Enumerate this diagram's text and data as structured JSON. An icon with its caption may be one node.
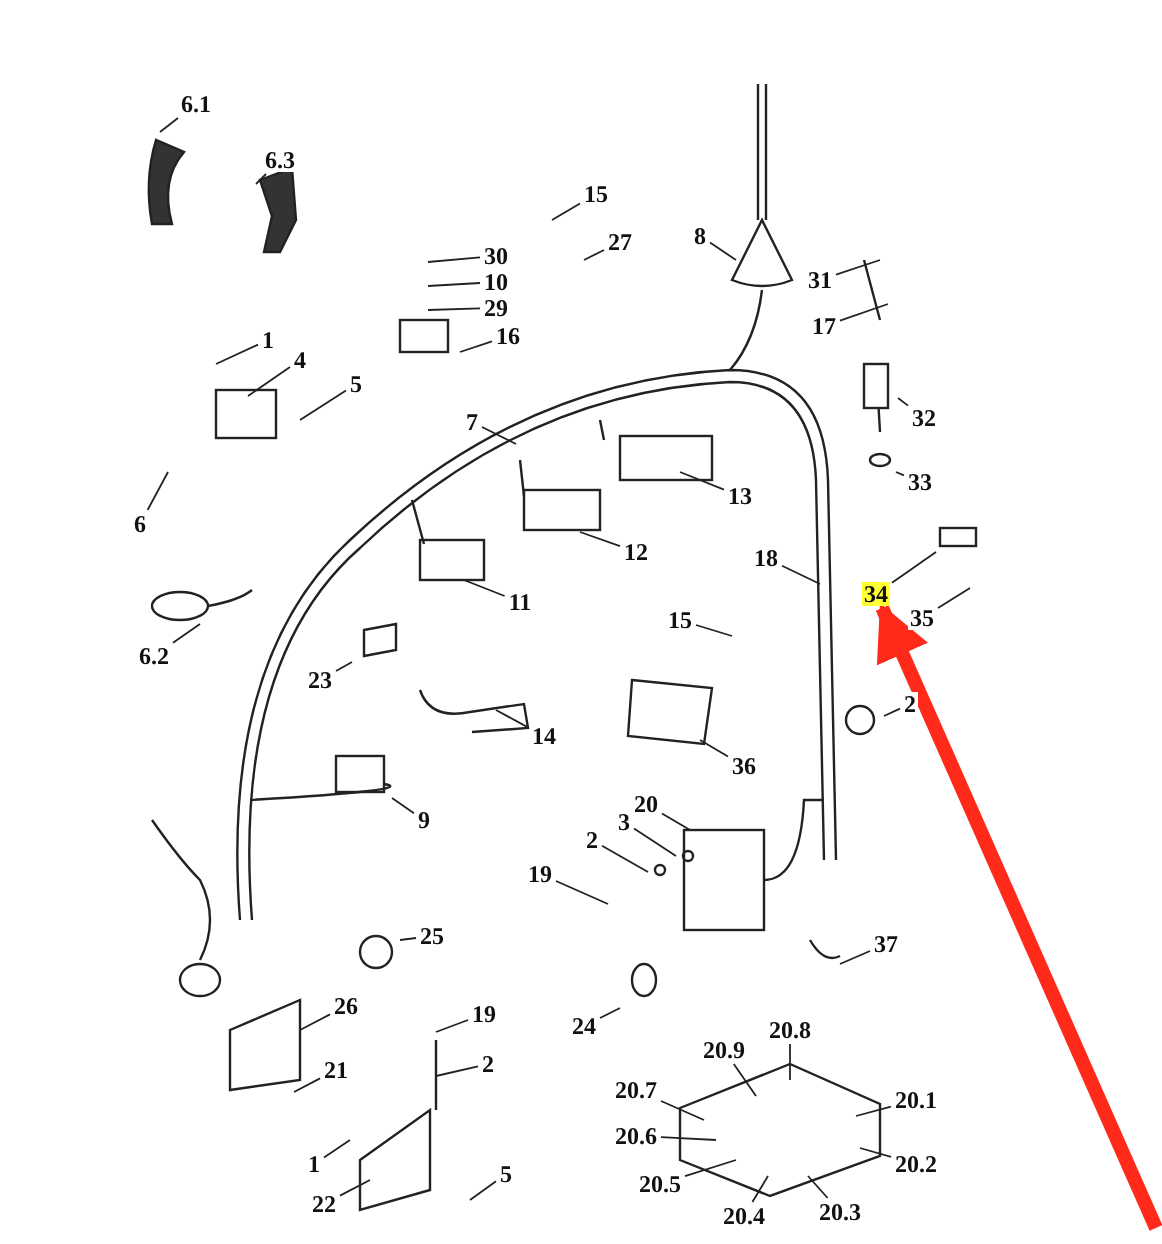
{
  "diagram": {
    "nodes": [
      {
        "text": [
          "6.1"
        ]
      },
      {
        "text": [
          "6.3"
        ]
      },
      {
        "text": [
          "15"
        ]
      },
      {
        "text": [
          "27"
        ]
      },
      {
        "text": [
          "30"
        ]
      },
      {
        "text": [
          "10"
        ]
      },
      {
        "text": [
          "29"
        ]
      },
      {
        "text": [
          "16"
        ]
      },
      {
        "text": [
          "8"
        ]
      },
      {
        "text": [
          "31"
        ]
      },
      {
        "text": [
          "17"
        ]
      },
      {
        "text": [
          "1"
        ]
      },
      {
        "text": [
          "4"
        ]
      },
      {
        "text": [
          "5"
        ]
      },
      {
        "text": [
          "7"
        ]
      },
      {
        "text": [
          "13"
        ]
      },
      {
        "text": [
          "32"
        ]
      },
      {
        "text": [
          "33"
        ]
      },
      {
        "text": [
          "6"
        ]
      },
      {
        "text": [
          "6.2"
        ]
      },
      {
        "text": [
          "11"
        ]
      },
      {
        "text": [
          "12"
        ]
      },
      {
        "text": [
          "18"
        ]
      },
      {
        "text": [
          "15"
        ]
      },
      {
        "text": [
          "34"
        ]
      },
      {
        "text": [
          "35"
        ]
      },
      {
        "text": [
          "23"
        ]
      },
      {
        "text": [
          "14"
        ]
      },
      {
        "text": [
          "2"
        ]
      },
      {
        "text": [
          "36"
        ]
      },
      {
        "text": [
          "9"
        ]
      },
      {
        "text": [
          "20"
        ]
      },
      {
        "text": [
          "3"
        ]
      },
      {
        "text": [
          "2"
        ]
      },
      {
        "text": [
          "19"
        ]
      },
      {
        "text": [
          "25"
        ]
      },
      {
        "text": [
          "37"
        ]
      },
      {
        "text": [
          "26"
        ]
      },
      {
        "text": [
          "24"
        ]
      },
      {
        "text": [
          "19"
        ]
      },
      {
        "text": [
          "2"
        ]
      },
      {
        "text": [
          "21"
        ]
      },
      {
        "text": [
          "20.8"
        ]
      },
      {
        "text": [
          "20.7"
        ]
      },
      {
        "text": [
          "20.9"
        ]
      },
      {
        "text": [
          "20.1"
        ]
      },
      {
        "text": [
          "20.6"
        ]
      },
      {
        "text": [
          "20.5"
        ]
      },
      {
        "text": [
          "20.4"
        ]
      },
      {
        "text": [
          "20.2"
        ]
      },
      {
        "text": [
          "20.3"
        ]
      },
      {
        "text": [
          "1"
        ]
      },
      {
        "text": [
          "22"
        ]
      },
      {
        "text": [
          "5"
        ]
      }
    ],
    "edges": [
      {
        "from": 0,
        "to": null,
        "arrow": "none"
      },
      {
        "from": 1,
        "to": null,
        "arrow": "none"
      },
      {
        "from": 2,
        "to": null,
        "arrow": "none"
      },
      {
        "from": 3,
        "to": null,
        "arrow": "none"
      },
      {
        "from": 4,
        "to": null,
        "arrow": "none"
      },
      {
        "from": 5,
        "to": null,
        "arrow": "none"
      },
      {
        "from": 6,
        "to": null,
        "arrow": "none"
      },
      {
        "from": 7,
        "to": null,
        "arrow": "none"
      },
      {
        "from": 8,
        "to": null,
        "arrow": "none"
      },
      {
        "from": 9,
        "to": null,
        "arrow": "none"
      },
      {
        "from": 10,
        "to": null,
        "arrow": "none"
      },
      {
        "from": 11,
        "to": null,
        "arrow": "none"
      },
      {
        "from": 12,
        "to": null,
        "arrow": "none"
      },
      {
        "from": 13,
        "to": null,
        "arrow": "none"
      },
      {
        "from": 14,
        "to": null,
        "arrow": "none"
      },
      {
        "from": 15,
        "to": null,
        "arrow": "none"
      },
      {
        "from": 16,
        "to": null,
        "arrow": "none"
      },
      {
        "from": 17,
        "to": null,
        "arrow": "none"
      },
      {
        "from": 18,
        "to": null,
        "arrow": "none"
      },
      {
        "from": 19,
        "to": null,
        "arrow": "none"
      },
      {
        "from": 20,
        "to": null,
        "arrow": "none"
      },
      {
        "from": 21,
        "to": null,
        "arrow": "none"
      },
      {
        "from": 22,
        "to": null,
        "arrow": "none"
      },
      {
        "from": 23,
        "to": null,
        "arrow": "none"
      },
      {
        "from": 24,
        "to": null,
        "arrow": "none"
      },
      {
        "from": 25,
        "to": null,
        "arrow": "none"
      },
      {
        "from": 26,
        "to": null,
        "arrow": "none"
      },
      {
        "from": 27,
        "to": null,
        "arrow": "none"
      },
      {
        "from": 28,
        "to": null,
        "arrow": "none"
      },
      {
        "from": 29,
        "to": null,
        "arrow": "none"
      },
      {
        "from": 30,
        "to": null,
        "arrow": "none"
      },
      {
        "from": 31,
        "to": null,
        "arrow": "none"
      },
      {
        "from": 32,
        "to": null,
        "arrow": "none"
      },
      {
        "from": 33,
        "to": null,
        "arrow": "none"
      },
      {
        "from": 34,
        "to": null,
        "arrow": "none"
      },
      {
        "from": 35,
        "to": null,
        "arrow": "none"
      },
      {
        "from": 36,
        "to": null,
        "arrow": "none"
      },
      {
        "from": 37,
        "to": null,
        "arrow": "none"
      },
      {
        "from": 38,
        "to": null,
        "arrow": "none"
      },
      {
        "from": 39,
        "to": null,
        "arrow": "none"
      },
      {
        "from": 40,
        "to": null,
        "arrow": "none"
      },
      {
        "from": 41,
        "to": null,
        "arrow": "none"
      },
      {
        "from": 42,
        "to": null,
        "arrow": "none"
      },
      {
        "from": 43,
        "to": null,
        "arrow": "none"
      },
      {
        "from": 44,
        "to": null,
        "arrow": "none"
      },
      {
        "from": 45,
        "to": null,
        "arrow": "none"
      },
      {
        "from": 46,
        "to": null,
        "arrow": "none"
      },
      {
        "from": 47,
        "to": null,
        "arrow": "none"
      },
      {
        "from": 48,
        "to": null,
        "arrow": "none"
      },
      {
        "from": 49,
        "to": null,
        "arrow": "none"
      },
      {
        "from": 50,
        "to": null,
        "arrow": "none"
      },
      {
        "from": 51,
        "to": null,
        "arrow": "none"
      },
      {
        "from": 52,
        "to": null,
        "arrow": "none"
      },
      {
        "from": 53,
        "to": null,
        "arrow": "none"
      },
      {
        "from": null,
        "to": 24,
        "arrow": "to",
        "style": "thick",
        "color": "#ff2a1a"
      }
    ]
  }
}
